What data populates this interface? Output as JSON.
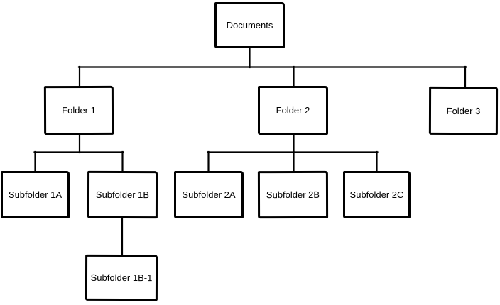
{
  "diagram": {
    "type": "tree",
    "colors": {
      "background": "#ffffff",
      "line": "#000000",
      "box_fill": "#ffffff",
      "text": "#000000"
    },
    "nodes": [
      {
        "id": "documents",
        "label": "Documents",
        "level": 0,
        "parent": null
      },
      {
        "id": "folder-1",
        "label": "Folder 1",
        "level": 1,
        "parent": "documents"
      },
      {
        "id": "folder-2",
        "label": "Folder 2",
        "level": 1,
        "parent": "documents"
      },
      {
        "id": "folder-3",
        "label": "Folder 3",
        "level": 1,
        "parent": "documents"
      },
      {
        "id": "subfolder-1a",
        "label": "Subfolder 1A",
        "level": 2,
        "parent": "folder-1"
      },
      {
        "id": "subfolder-1b",
        "label": "Subfolder 1B",
        "level": 2,
        "parent": "folder-1"
      },
      {
        "id": "subfolder-2a",
        "label": "Subfolder 2A",
        "level": 2,
        "parent": "folder-2"
      },
      {
        "id": "subfolder-2b",
        "label": "Subfolder 2B",
        "level": 2,
        "parent": "folder-2"
      },
      {
        "id": "subfolder-2c",
        "label": "Subfolder 2C",
        "level": 2,
        "parent": "folder-2"
      },
      {
        "id": "subfolder-1b-1",
        "label": "Subfolder 1B-1",
        "level": 3,
        "parent": "subfolder-1b"
      }
    ]
  }
}
